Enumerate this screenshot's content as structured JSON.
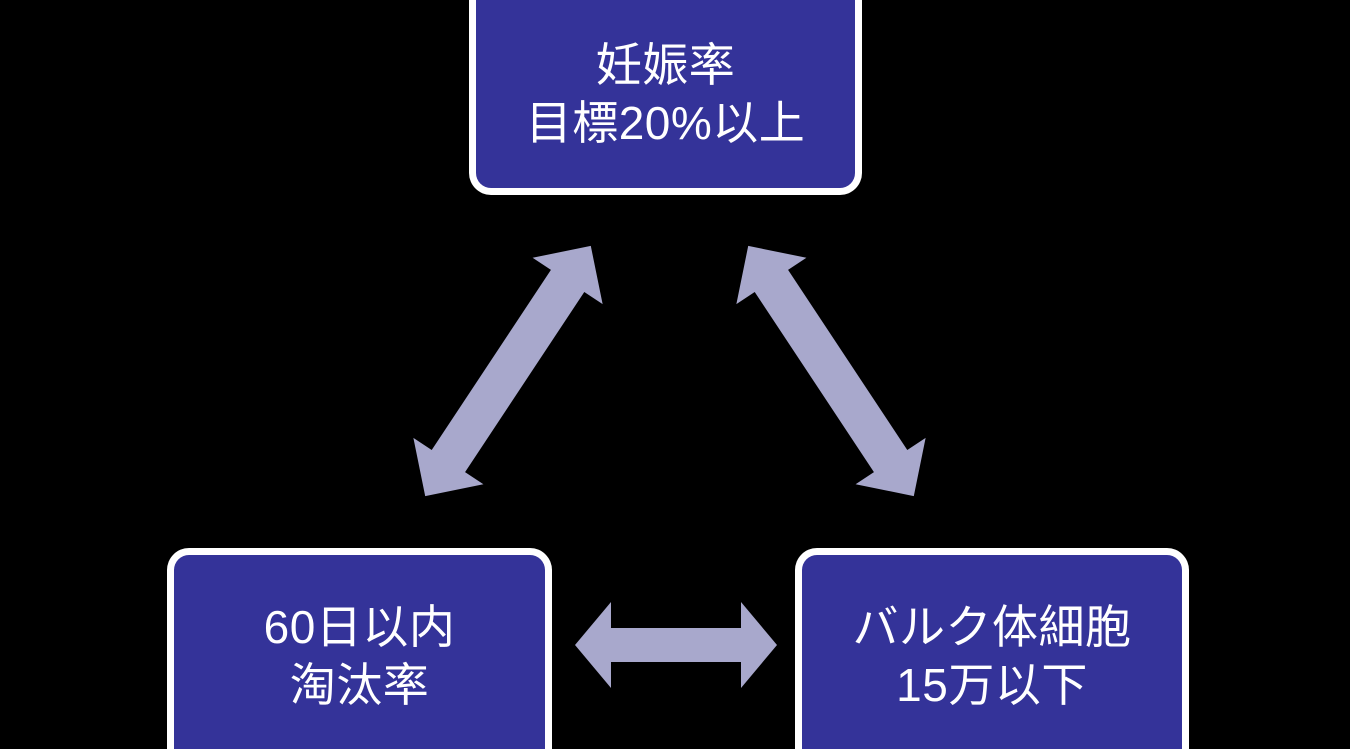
{
  "diagram": {
    "type": "triangle-relationship",
    "background_color": "#000000",
    "box_fill_color": "#343399",
    "box_border_color": "#ffffff",
    "box_text_color": "#ffffff",
    "arrow_color": "#a8a8cc",
    "nodes": [
      {
        "id": "pregnancy-rate",
        "position": "top",
        "lines": [
          "妊娠率",
          "目標20%以上"
        ]
      },
      {
        "id": "culling-rate",
        "position": "bottom-left",
        "lines": [
          "60日以内",
          "淘汰率"
        ]
      },
      {
        "id": "bulk-somatic-cells",
        "position": "bottom-right",
        "lines": [
          "バルク体細胞",
          "15万以下"
        ]
      }
    ],
    "connectors": [
      {
        "id": "arrow-left-diagonal",
        "from": "culling-rate",
        "to": "pregnancy-rate",
        "style": "double-headed",
        "orientation": "diagonal-up-right"
      },
      {
        "id": "arrow-right-diagonal",
        "from": "pregnancy-rate",
        "to": "bulk-somatic-cells",
        "style": "double-headed",
        "orientation": "diagonal-down-right"
      },
      {
        "id": "arrow-bottom-horizontal",
        "from": "culling-rate",
        "to": "bulk-somatic-cells",
        "style": "double-headed",
        "orientation": "horizontal"
      }
    ]
  }
}
